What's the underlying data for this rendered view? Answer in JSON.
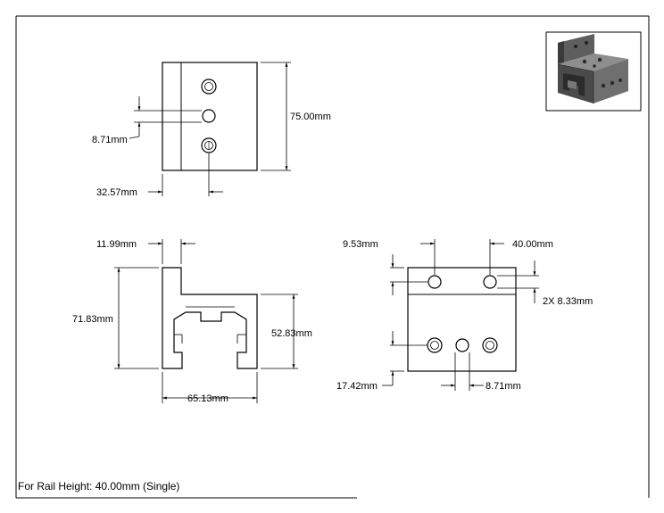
{
  "drawing": {
    "front_view": {
      "height_label": "75.00mm",
      "hole_offset_label": "8.71mm",
      "edge_offset_label": "32.57mm"
    },
    "side_view": {
      "thickness_label": "11.99mm",
      "total_height_label": "71.83mm",
      "inner_height_label": "52.83mm",
      "width_label": "65.13mm"
    },
    "top_view": {
      "edge_offset_label": "9.53mm",
      "hole_spacing_label": "40.00mm",
      "hole_count_label": "2X 8.33mm",
      "bottom_offset_label": "17.42mm",
      "center_offset_label": "8.71mm"
    },
    "footer": "For Rail Height: 40.00mm (Single)"
  }
}
